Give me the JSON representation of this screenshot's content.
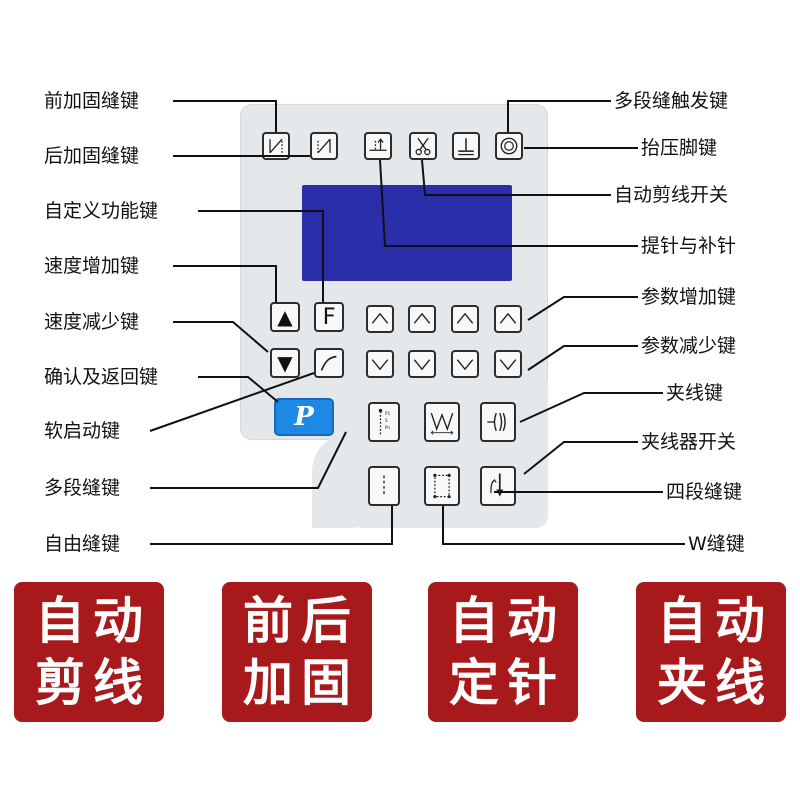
{
  "labels_left": {
    "front_tack": "前加固缝键",
    "back_tack": "后加固缝键",
    "custom_func": "自定义功能键",
    "speed_up": "速度增加键",
    "speed_down": "速度减少键",
    "confirm_return": "确认及返回键",
    "soft_start": "软启动键",
    "multi_seg": "多段缝键",
    "free_sew": "自由缝键"
  },
  "labels_right": {
    "multi_trigger": "多段缝触发键",
    "presser_foot": "抬压脚键",
    "auto_trim": "自动剪线开关",
    "needle_up": "提针与补针",
    "param_up": "参数增加键",
    "param_down": "参数减少键",
    "clamp_line": "夹线键",
    "clamp_switch": "夹线器开关",
    "four_seg": "四段缝键",
    "w_seg": "W缝键"
  },
  "keys": {
    "f_key": "F",
    "p_key": "P",
    "up_arrow": "▲",
    "down_arrow": "▼"
  },
  "banners": [
    {
      "line1": "自动",
      "line2": "剪线"
    },
    {
      "line1": "前后",
      "line2": "加固"
    },
    {
      "line1": "自动",
      "line2": "定针"
    },
    {
      "line1": "自动",
      "line2": "夹线"
    }
  ],
  "colors": {
    "panel": "#e4e8ea",
    "screen": "#2a2ea8",
    "p_key": "#1e88e5",
    "banner": "#a8191c"
  }
}
